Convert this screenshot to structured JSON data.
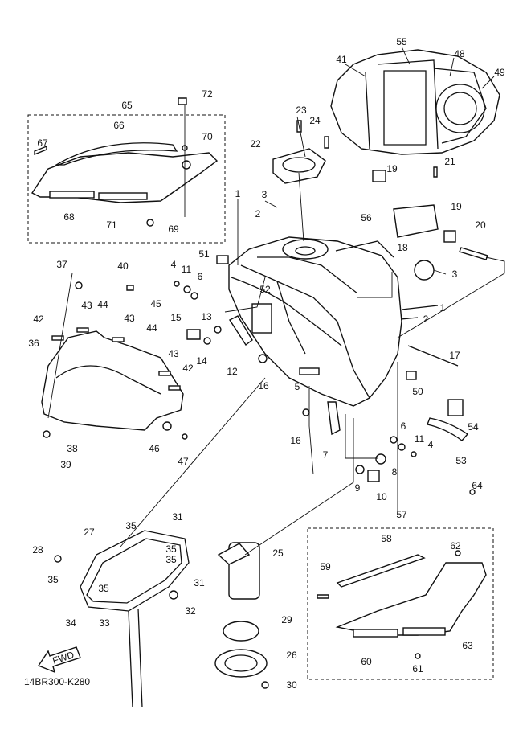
{
  "diagram_code": "14BR300-K280",
  "fwd_label": "FWD",
  "callouts": [
    "55",
    "41",
    "48",
    "49",
    "65",
    "72",
    "66",
    "70",
    "67",
    "23",
    "24",
    "22",
    "19",
    "21",
    "19",
    "20",
    "68",
    "71",
    "69",
    "1",
    "2",
    "3",
    "56",
    "18",
    "3",
    "51",
    "4",
    "11",
    "6",
    "37",
    "40",
    "45",
    "43",
    "44",
    "42",
    "52",
    "1",
    "2",
    "13",
    "15",
    "43",
    "44",
    "36",
    "14",
    "12",
    "16",
    "17",
    "43",
    "42",
    "5",
    "50",
    "54",
    "16",
    "7",
    "6",
    "11",
    "4",
    "8",
    "53",
    "9",
    "10",
    "38",
    "39",
    "46",
    "47",
    "64",
    "57",
    "31",
    "27",
    "35",
    "35",
    "28",
    "35",
    "35",
    "31",
    "25",
    "58",
    "62",
    "59",
    "34",
    "33",
    "32",
    "29",
    "26",
    "60",
    "63",
    "61",
    "30",
    "35"
  ]
}
